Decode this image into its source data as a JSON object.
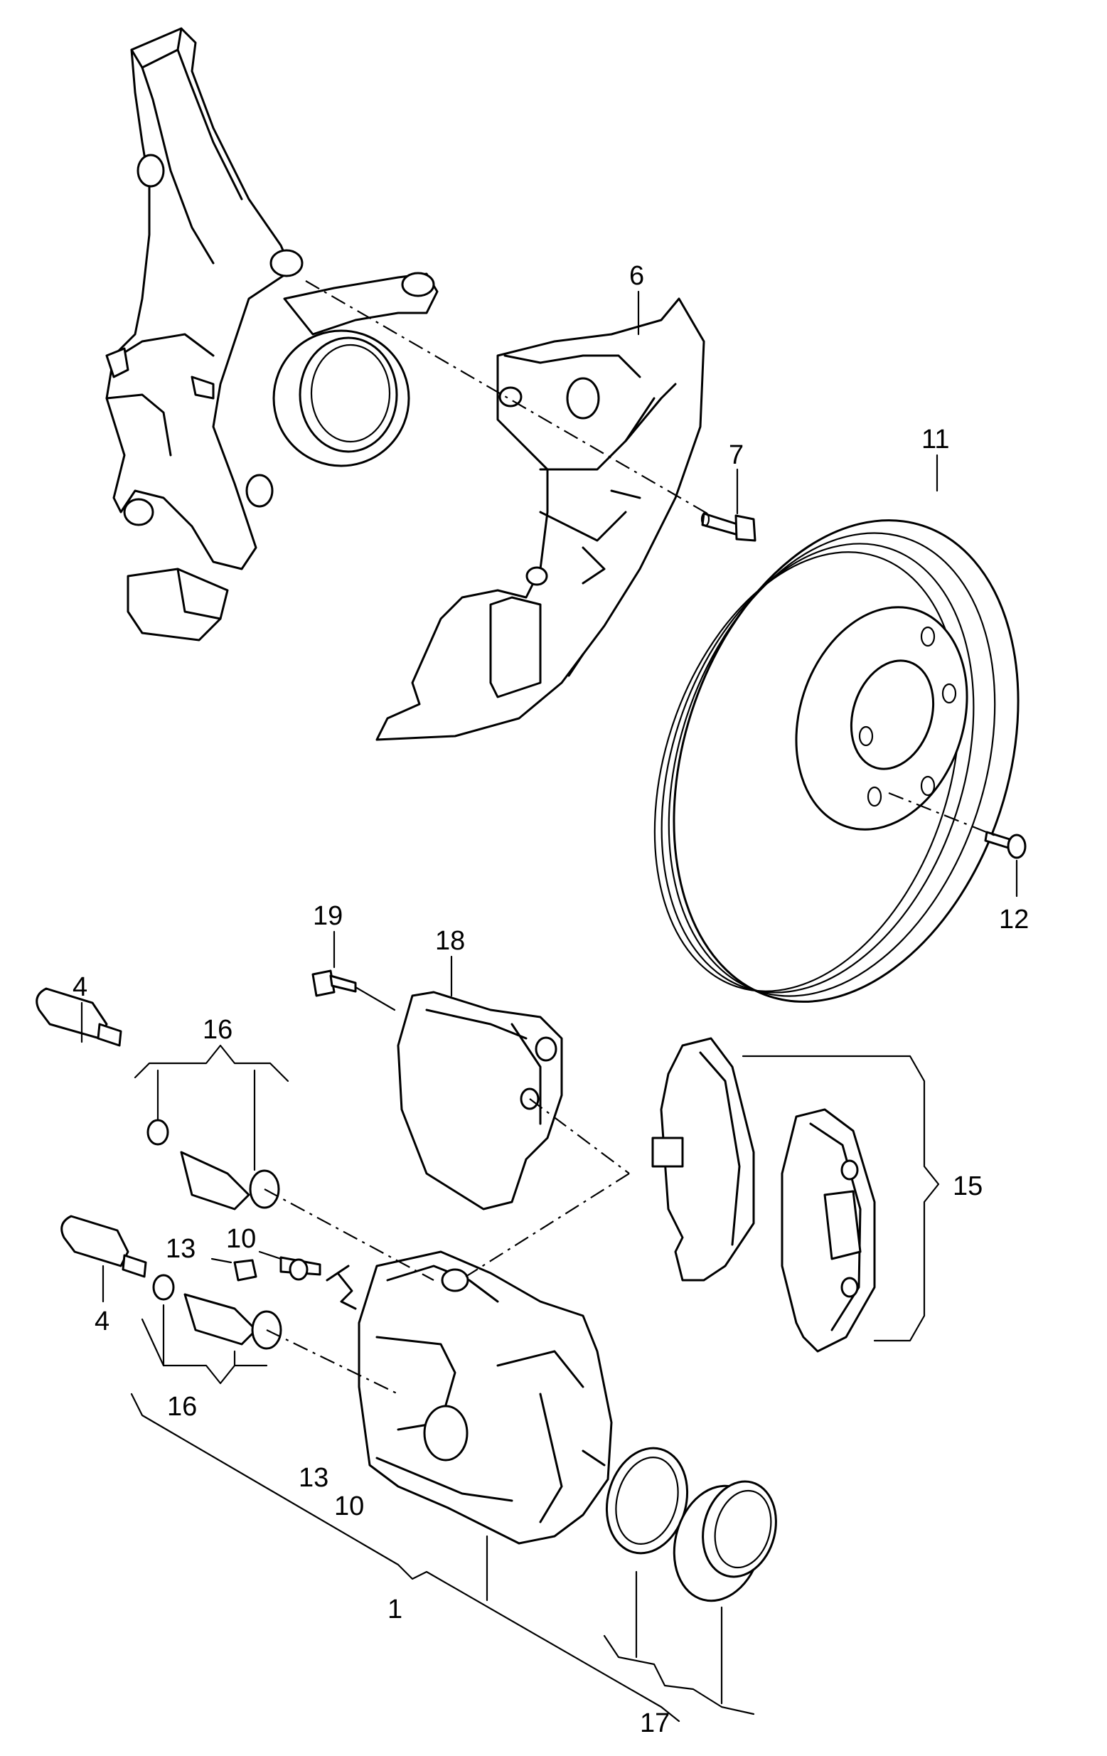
{
  "diagram": {
    "callouts": {
      "c1": "1",
      "c4a": "4",
      "c4b": "4",
      "c6": "6",
      "c7": "7",
      "c10a": "10",
      "c10b": "10",
      "c11": "11",
      "c12": "12",
      "c13a": "13",
      "c13b": "13",
      "c15": "15",
      "c16a": "16",
      "c16b": "16",
      "c17": "17",
      "c18": "18",
      "c19": "19"
    }
  }
}
